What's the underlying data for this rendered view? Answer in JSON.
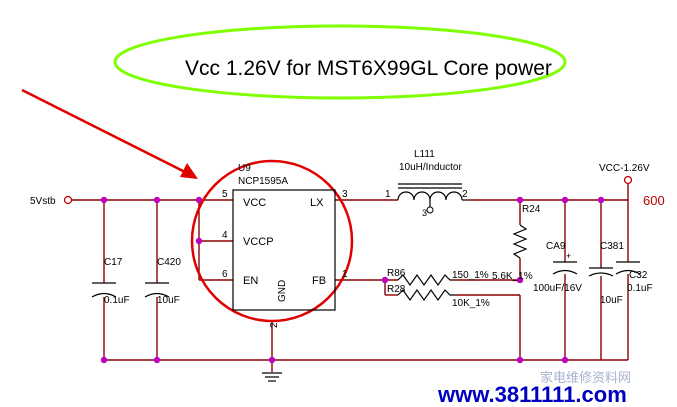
{
  "annotation": {
    "title": "Vcc 1.26V for MST6X99GL Core power",
    "ellipse_color": "#7fff00",
    "arrow_color": "#e00000"
  },
  "nets": {
    "input": "5Vstb",
    "output": "VCC-1.26V",
    "output_suffix": "600"
  },
  "ic": {
    "ref": "U9",
    "part": "NCP1595A",
    "pins": {
      "vcc_num": "5",
      "vcc": "VCC",
      "vccp_num": "4",
      "vccp": "VCCP",
      "en_num": "6",
      "en": "EN",
      "lx_num": "3",
      "lx": "LX",
      "fb_num": "1",
      "fb": "FB",
      "gnd": "GND",
      "gnd_num": "2"
    },
    "circle_color": "#e00000"
  },
  "inductor": {
    "ref": "L111",
    "value": "10uH/Inductor",
    "pin1": "1",
    "pin2": "2",
    "pin3": "3"
  },
  "resistors": {
    "r24": {
      "ref": "R24",
      "value": "5.6K_1%"
    },
    "r86": {
      "ref": "R86",
      "value": "150_1%"
    },
    "r28": {
      "ref": "R28",
      "value": "10K_1%"
    }
  },
  "capacitors": {
    "c17": {
      "ref": "C17",
      "value": "0.1uF"
    },
    "c420": {
      "ref": "C420",
      "value": "10uF"
    },
    "ca9": {
      "ref": "CA9",
      "value": "100uF/16V",
      "polarity": "+"
    },
    "c381": {
      "ref": "C381",
      "value": "10uF"
    },
    "c32": {
      "ref": "C32",
      "value": "0.1uF"
    }
  },
  "watermark": {
    "url": "www.3811111.com",
    "cn": "家电维修资料网",
    "url_color": "#0000c0"
  }
}
